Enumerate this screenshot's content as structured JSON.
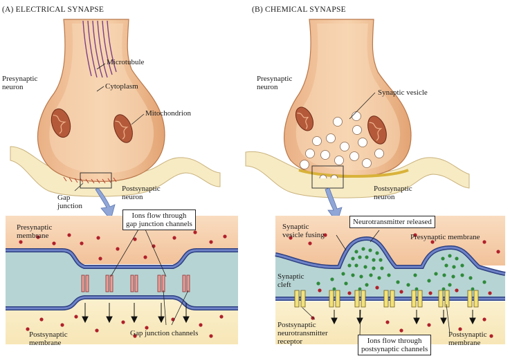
{
  "panels": {
    "electrical": {
      "heading": "(A) ELECTRICAL SYNAPSE",
      "labels": {
        "presynaptic_neuron": "Presynaptic\nneuron",
        "microtubule": "Microtubule",
        "cytoplasm": "Cytoplasm",
        "mitochondrion": "Mitochondrion",
        "postsynaptic_neuron": "Postsynaptic\nneuron",
        "gap_junction": "Gap\njunction",
        "presynaptic_membrane": "Presynaptic\nmembrane",
        "postsynaptic_membrane": "Postsynaptic\nmembrane",
        "gap_junction_channels": "Gap junction channels"
      },
      "callout_ions": "Ions flow through\ngap junction channels"
    },
    "chemical": {
      "heading": "(B) CHEMICAL SYNAPSE",
      "labels": {
        "presynaptic_neuron": "Presynaptic\nneuron",
        "synaptic_vesicle": "Synaptic vesicle",
        "postsynaptic_neuron": "Postsynaptic\nneuron",
        "synaptic_vesicle_fusing": "Synaptic\nvesicle fusing",
        "presynaptic_membrane": "Presynaptic membrane",
        "synaptic_cleft": "Synaptic\ncleft",
        "postsynaptic_receptor": "Postsynaptic\nneurotransmitter\nreceptor",
        "postsynaptic_membrane": "Postsynaptic\nmembrane"
      },
      "callout_released": "Neurotransmitter released",
      "callout_ions": "Ions flow through\npostsynaptic channels"
    }
  },
  "colors": {
    "neuron_fill": "#f2c59c",
    "neuron_dark": "#d9925c",
    "microtubule": "#7a3e86",
    "mitochondrion": "#b45a3a",
    "postsynaptic_fill": "#f7ebc4",
    "membrane_blue": "#5d6fb0",
    "cleft_fill": "#b7d4d4",
    "ion_red": "#b0202a",
    "neurotransmitter_green": "#2e8a3a",
    "zoom_arrow": "#8fa6d6"
  }
}
